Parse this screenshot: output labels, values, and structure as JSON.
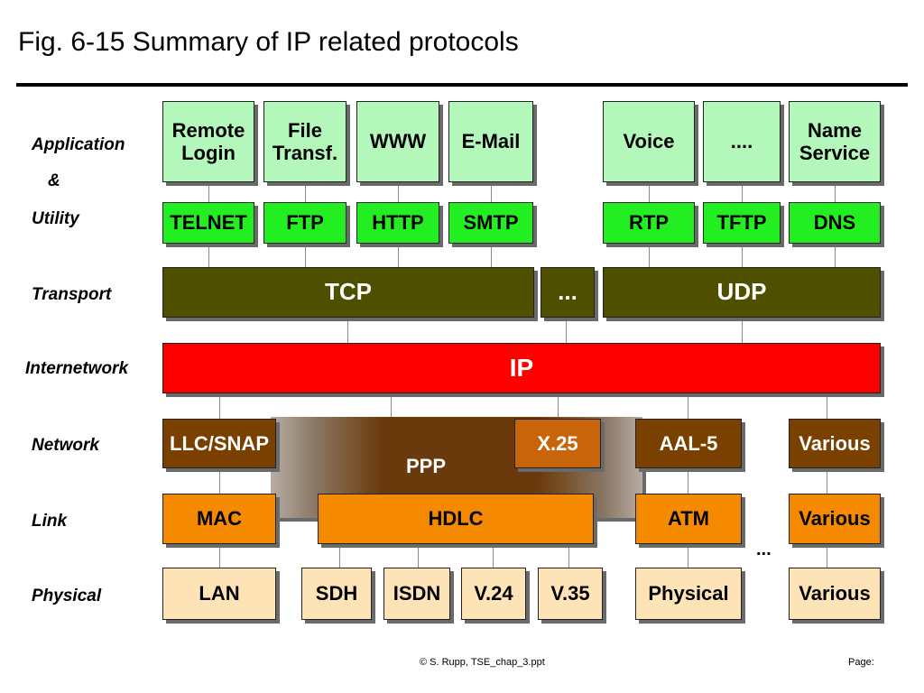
{
  "title": "Fig. 6-15 Summary of IP related protocols",
  "layers": {
    "application": "Application",
    "amp": "&",
    "utility": "Utility",
    "transport": "Transport",
    "internetwork": "Internetwork",
    "network": "Network",
    "link": "Link",
    "physical": "Physical"
  },
  "applications": {
    "remote_login": "Remote\nLogin",
    "file_transfer": "File\nTransf.",
    "www": "WWW",
    "email": "E-Mail",
    "voice": "Voice",
    "more": "....",
    "name_service": "Name\nService"
  },
  "utility_protocols": {
    "telnet": "TELNET",
    "ftp": "FTP",
    "http": "HTTP",
    "smtp": "SMTP",
    "rtp": "RTP",
    "tftp": "TFTP",
    "dns": "DNS"
  },
  "transport": {
    "tcp": "TCP",
    "more": "...",
    "udp": "UDP"
  },
  "internetwork": {
    "ip": "IP"
  },
  "network": {
    "llc_snap": "LLC/SNAP",
    "ppp": "PPP",
    "x25": "X.25",
    "aal5": "AAL-5",
    "various": "Various"
  },
  "link": {
    "mac": "MAC",
    "hdlc": "HDLC",
    "atm": "ATM",
    "various": "Various",
    "more": "..."
  },
  "physical": {
    "lan": "LAN",
    "sdh": "SDH",
    "isdn": "ISDN",
    "v24": "V.24",
    "v35": "V.35",
    "physical": "Physical",
    "various": "Various"
  },
  "footer": {
    "copyright": "© S. Rupp, TSE_chap_3.ppt",
    "page": "Page:"
  },
  "colors": {
    "application": "#b3f7bb",
    "utility": "#22ee22",
    "transport": "#4f4f00",
    "ip": "#ff0000",
    "network": "#7a4000",
    "link": "#f58a00",
    "physical": "#fde3b6"
  }
}
